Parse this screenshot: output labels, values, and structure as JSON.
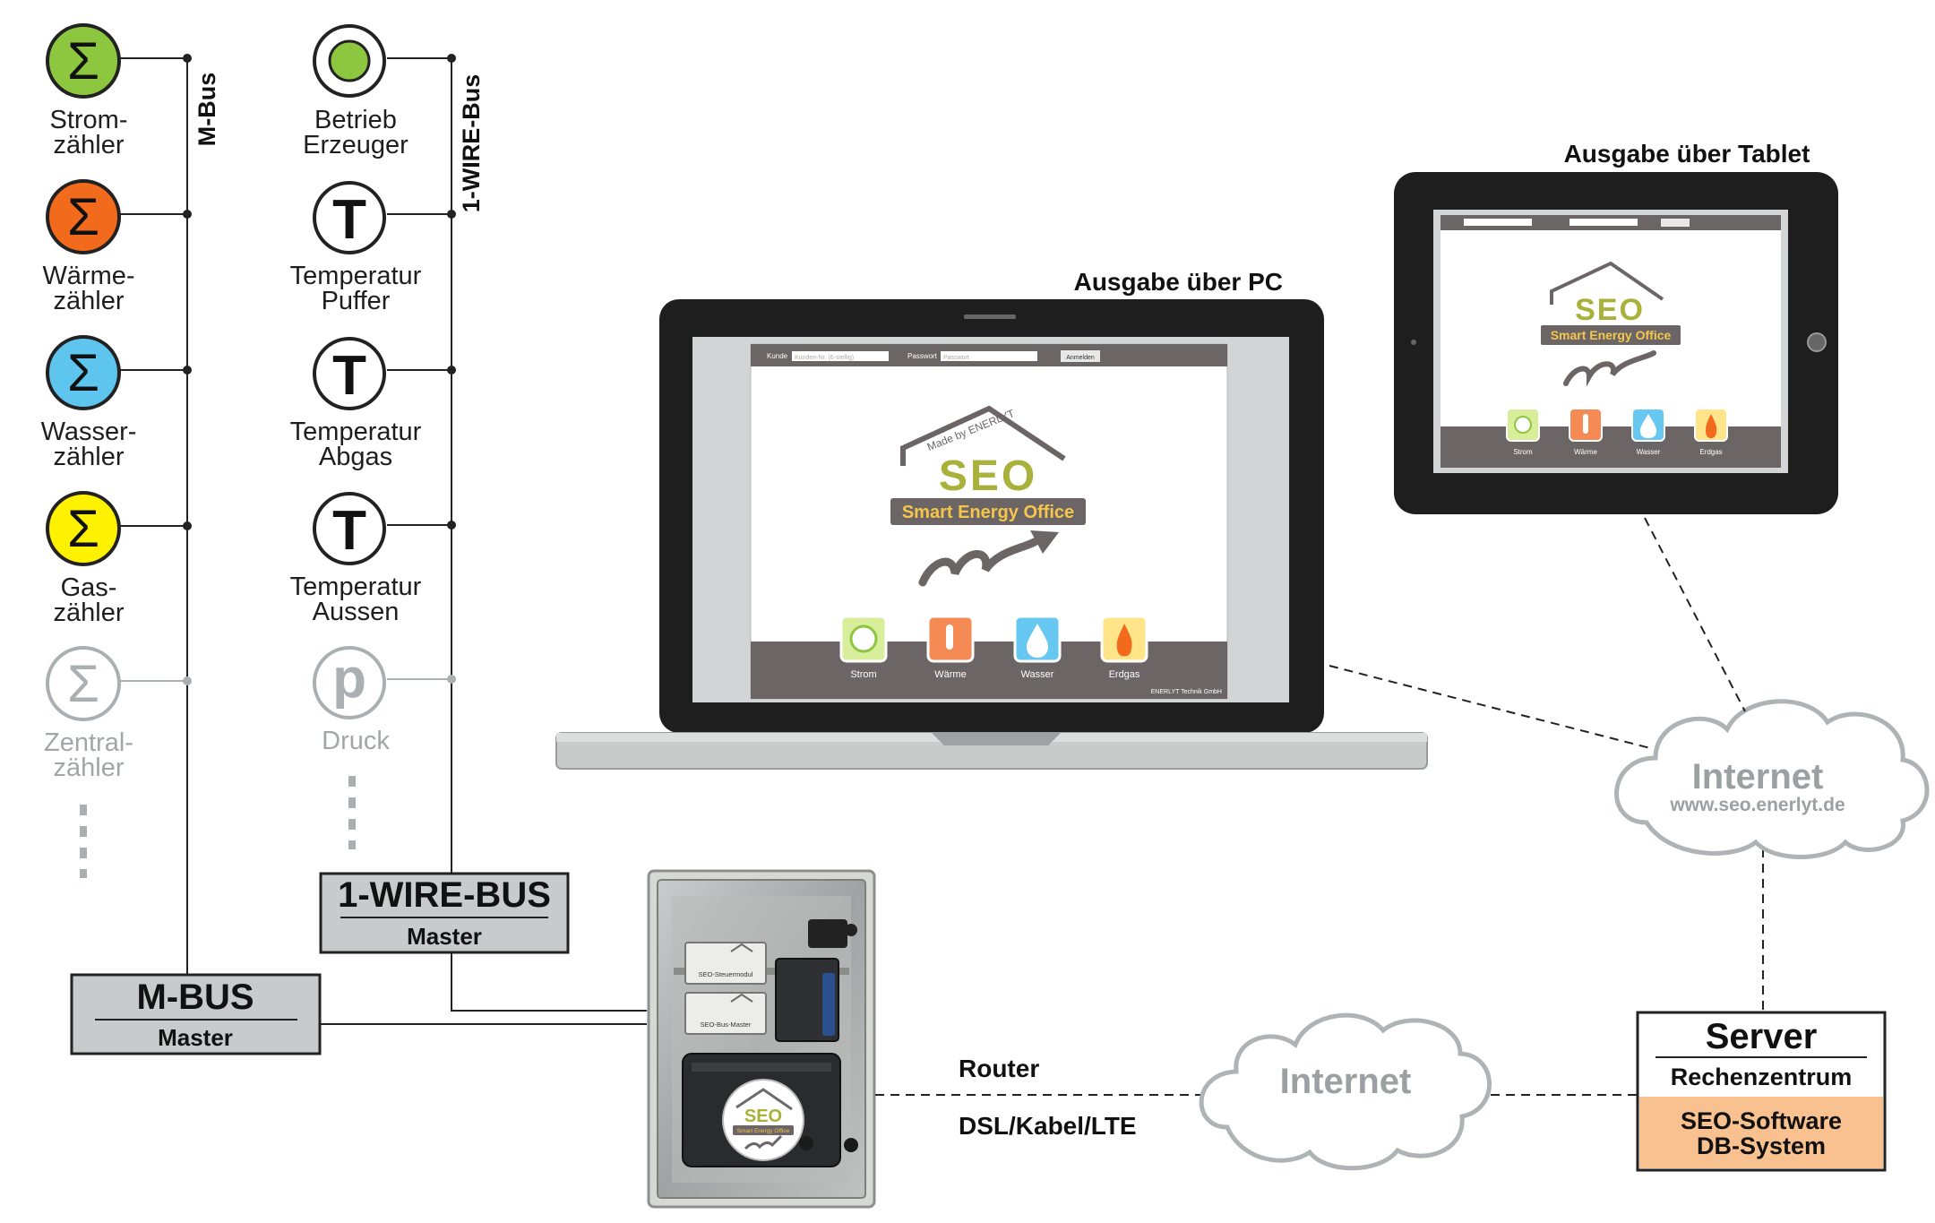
{
  "mbus": {
    "bus_label": "M-Bus",
    "meters": [
      {
        "symbol": "Σ",
        "line1": "Strom-",
        "line2": "zähler",
        "color": "#8dc63f"
      },
      {
        "symbol": "Σ",
        "line1": "Wärme-",
        "line2": "zähler",
        "color": "#f26a1b"
      },
      {
        "symbol": "Σ",
        "line1": "Wasser-",
        "line2": "zähler",
        "color": "#5ec6ee"
      },
      {
        "symbol": "Σ",
        "line1": "Gas-",
        "line2": "zähler",
        "color": "#fff200"
      },
      {
        "symbol": "Σ",
        "line1": "Zentral-",
        "line2": "zähler",
        "color": "#ffffff"
      }
    ],
    "master_title": "M-BUS",
    "master_sub": "Master"
  },
  "onewire": {
    "bus_label": "1-WIRE-Bus",
    "sensors": [
      {
        "symbol": "",
        "line1": "Betrieb",
        "line2": "Erzeuger",
        "color": "#8dc63f"
      },
      {
        "symbol": "T",
        "line1": "Temperatur",
        "line2": "Puffer"
      },
      {
        "symbol": "T",
        "line1": "Temperatur",
        "line2": "Abgas"
      },
      {
        "symbol": "T",
        "line1": "Temperatur",
        "line2": "Aussen"
      },
      {
        "symbol": "p",
        "line1": "Druck",
        "line2": ""
      }
    ],
    "master_title": "1-WIRE-BUS",
    "master_sub": "Master"
  },
  "controller": {
    "module1": "SEO-Steuermodul",
    "module2": "SEO-Bus-Master",
    "sticker_logo": "SEO",
    "sticker_sub": "Smart Energy Office"
  },
  "connection": {
    "router": "Router",
    "dsl": "DSL/Kabel/LTE"
  },
  "internet_bottom": {
    "label": "Internet"
  },
  "internet_top": {
    "label": "Internet",
    "url": "www.seo.enerlyt.de"
  },
  "server": {
    "title": "Server",
    "sub": "Rechenzentrum",
    "software1": "SEO-Software",
    "software2": "DB-System",
    "accent": "#f9c190"
  },
  "pc": {
    "caption": "Ausgabe über PC",
    "screen": {
      "kunde_label": "Kunde",
      "kunde_placeholder": "Kunden-Nr. (6-stellig)",
      "passwort_label": "Passwort",
      "passwort_placeholder": "Passwort",
      "login_button": "Anmelden",
      "made_by": "Made by ENERLYT",
      "logo": "SEO",
      "logo_sub": "Smart Energy Office",
      "tiles": [
        "Strom",
        "Wärme",
        "Wasser",
        "Erdgas"
      ],
      "footer": "ENERLYT Technik GmbH"
    }
  },
  "tablet": {
    "caption": "Ausgabe über Tablet"
  }
}
